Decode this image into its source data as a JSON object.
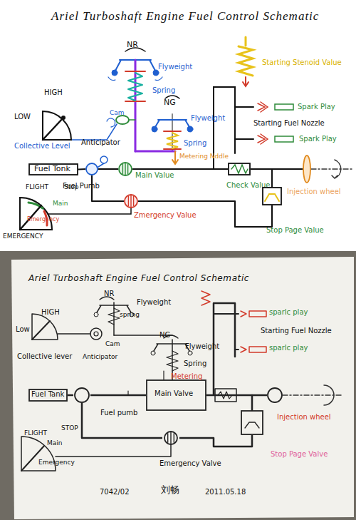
{
  "diagram": {
    "title": "Ariel Turboshaft Engine Fuel Control Schematic",
    "nodes": [
      {
        "text": [
          "Fuel Tonk"
        ]
      },
      {
        "text": [
          "Fuel Pumb"
        ]
      },
      {
        "text": [
          "Main Value"
        ]
      },
      {
        "text": [
          "Zmergency Value"
        ]
      },
      {
        "text": [
          "Check Value"
        ]
      },
      {
        "text": [
          "Stop Page Value"
        ]
      },
      {
        "text": [
          "Injection wheel"
        ]
      },
      {
        "text": [
          "Fuel Tank"
        ]
      },
      {
        "text": [
          "Fuel pumb"
        ]
      },
      {
        "text": [
          "Main Valve"
        ]
      },
      {
        "text": [
          "Emergency Valve"
        ]
      },
      {
        "text": [
          "Injection wheel"
        ]
      },
      {
        "text": [
          "Stop Page Valve"
        ]
      }
    ],
    "edges": [
      {
        "from": 0,
        "to": 1,
        "arrow": "none"
      },
      {
        "from": 1,
        "to": 2,
        "arrow": "none"
      },
      {
        "from": 2,
        "to": 4,
        "arrow": "none"
      },
      {
        "from": 4,
        "to": 6,
        "arrow": "none"
      },
      {
        "from": 1,
        "to": 3,
        "arrow": "none"
      },
      {
        "from": 3,
        "to": 5,
        "arrow": "none"
      },
      {
        "from": 7,
        "to": 8,
        "arrow": "none"
      },
      {
        "from": 8,
        "to": 9,
        "arrow": "none"
      },
      {
        "from": 9,
        "to": 11,
        "arrow": "none"
      },
      {
        "from": 8,
        "to": 10,
        "arrow": "none"
      },
      {
        "from": 10,
        "to": 12,
        "arrow": "none"
      }
    ],
    "labels": [
      "NR",
      "Flyweight",
      "Spring",
      "Cam",
      "NG",
      "Flyweight",
      "Spring",
      "Metering Nddle",
      "HIGH",
      "LOW",
      "Collective Level",
      "Anticipator",
      "FLIGHT",
      "Stop",
      "Main",
      "Emergency",
      "EMERGENCY",
      "Starting Stenoid Value",
      "Spark Play",
      "Starting Fuel Nozzle",
      "Spark Play",
      "Ariel Turboshaft Engine Fuel Control Schematic",
      "NR",
      "Flyweight",
      "spring",
      "HIGH",
      "Low",
      "Collective lever",
      "Cam",
      "Anticipator",
      "NG",
      "Flyweight",
      "Spring",
      "Metering",
      "FLIGHT",
      "STOP",
      "Main",
      "Emergency",
      "sparlc play",
      "Starting Fuel Nozzle",
      "sparlc play",
      "7042/02",
      "刘畅",
      "2011.05.18"
    ]
  }
}
